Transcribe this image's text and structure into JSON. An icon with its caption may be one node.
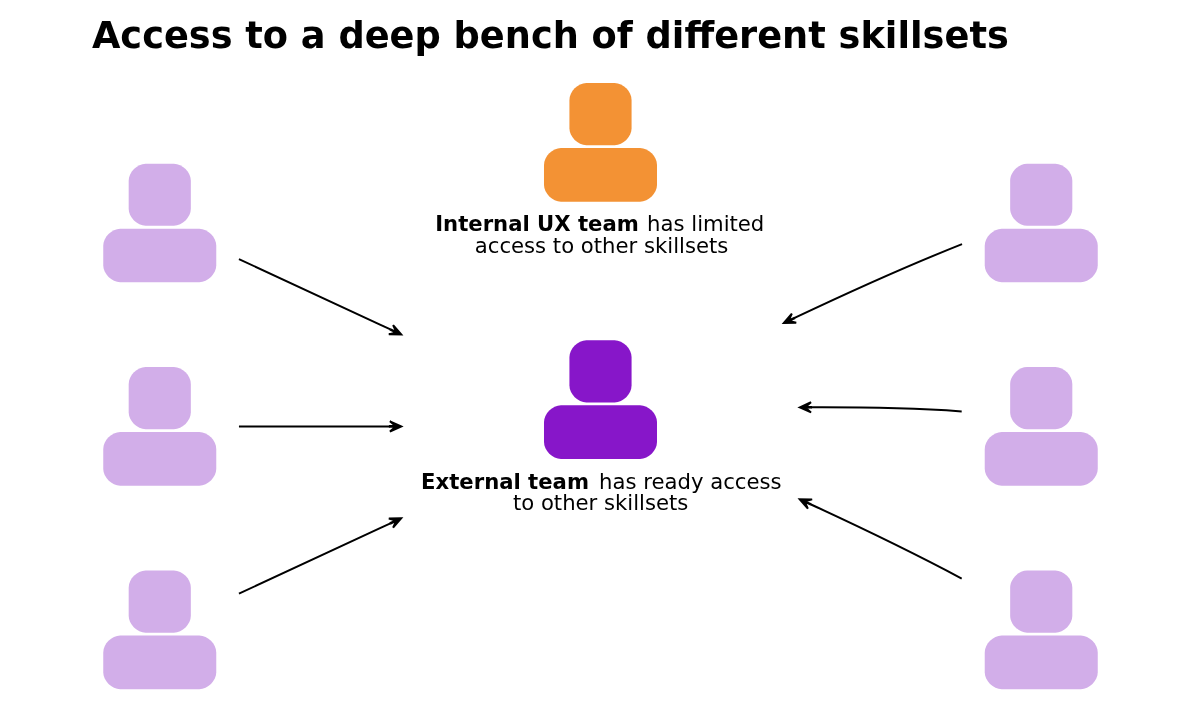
{
  "diagram": {
    "title": "Access to a deep bench of different skillsets",
    "nodes": [
      {
        "text": [],
        "shape": "person",
        "beside": [
          "**Internal UX team** has limited access to other skillsets"
        ]
      },
      {
        "text": [],
        "shape": "person",
        "beside": [
          "**External team** has ready access to other skillsets"
        ]
      },
      {
        "text": [],
        "shape": "person"
      },
      {
        "text": [],
        "shape": "person"
      },
      {
        "text": [],
        "shape": "person"
      },
      {
        "text": [],
        "shape": "person"
      },
      {
        "text": [],
        "shape": "person"
      },
      {
        "text": [],
        "shape": "person"
      }
    ],
    "edges": [
      {
        "from": 2,
        "to": 1,
        "arrow": "to"
      },
      {
        "from": 3,
        "to": 1,
        "arrow": "to"
      },
      {
        "from": 4,
        "to": 1,
        "arrow": "to"
      },
      {
        "from": 5,
        "to": 1,
        "arrow": "to"
      },
      {
        "from": 6,
        "to": 1,
        "arrow": "to"
      },
      {
        "from": 7,
        "to": 1,
        "arrow": "to"
      }
    ]
  }
}
